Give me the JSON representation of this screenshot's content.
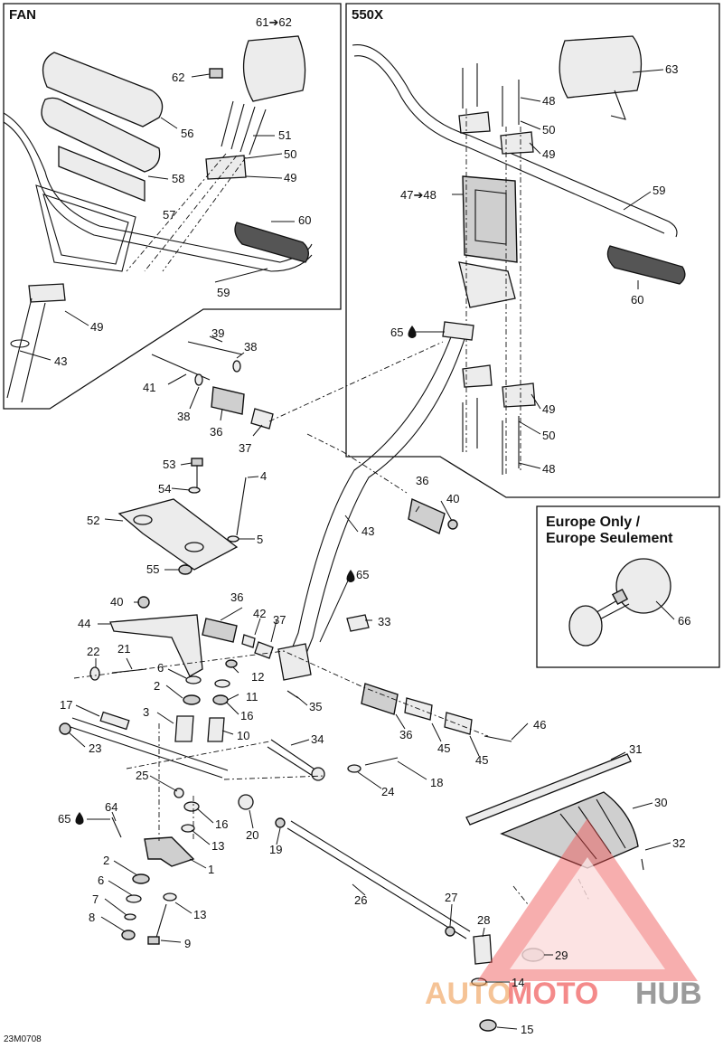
{
  "panels": {
    "fan_title": "FAN",
    "x550_title": "550X",
    "europe_title_line1": "Europe Only /",
    "europe_title_line2": "Europe Seulement"
  },
  "reference_code": "23M0708",
  "watermark": {
    "part1": "AUTO",
    "part2": "MOTO",
    "part3": "HUB"
  },
  "labels": {
    "fan_61": "61➔62",
    "fan_62": "62",
    "fan_56": "56",
    "fan_51": "51",
    "fan_50": "50",
    "fan_58": "58",
    "fan_49a": "49",
    "fan_57": "57",
    "fan_60": "60",
    "fan_59": "59",
    "fan_49b": "49",
    "fan_43": "43",
    "x_63": "63",
    "x_48a": "48",
    "x_50a": "50",
    "x_49a": "49",
    "x_47": "47➔48",
    "x_59": "59",
    "x_60": "60",
    "x_65": "65",
    "x_49b": "49",
    "x_50b": "50",
    "x_48b": "48",
    "eu_66": "66",
    "m_39": "39",
    "m_38a": "38",
    "m_41": "41",
    "m_38b": "38",
    "m_36a": "36",
    "m_37a": "37",
    "m_53": "53",
    "m_4": "4",
    "m_54": "54",
    "m_52": "52",
    "m_5": "5",
    "m_55": "55",
    "m_36b": "36",
    "m_40a": "40",
    "m_43": "43",
    "m_65b": "65",
    "m_40b": "40",
    "m_36c": "36",
    "m_44": "44",
    "m_42": "42",
    "m_37b": "37",
    "m_33": "33",
    "m_22": "22",
    "m_21": "21",
    "m_6a": "6",
    "m_12": "12",
    "m_2a": "2",
    "m_11": "11",
    "m_17": "17",
    "m_3": "3",
    "m_16a": "16",
    "m_35": "35",
    "m_10": "10",
    "m_36d": "36",
    "m_46": "46",
    "m_23": "23",
    "m_34": "34",
    "m_45a": "45",
    "m_45b": "45",
    "m_31": "31",
    "m_25": "25",
    "m_24": "24",
    "m_18": "18",
    "m_30": "30",
    "m_65c": "65",
    "m_64": "64",
    "m_16b": "16",
    "m_20": "20",
    "m_13a": "13",
    "m_19": "19",
    "m_32": "32",
    "m_2b": "2",
    "m_1": "1",
    "m_6b": "6",
    "m_26": "26",
    "m_7": "7",
    "m_27": "27",
    "m_13b": "13",
    "m_8": "8",
    "m_9": "9",
    "m_28": "28",
    "m_29": "29",
    "m_14": "14",
    "m_15": "15"
  },
  "colors": {
    "watermark_red": "#ee4b4b",
    "watermark_orange": "#f0a35e",
    "watermark_gray": "#7a7a7a"
  }
}
